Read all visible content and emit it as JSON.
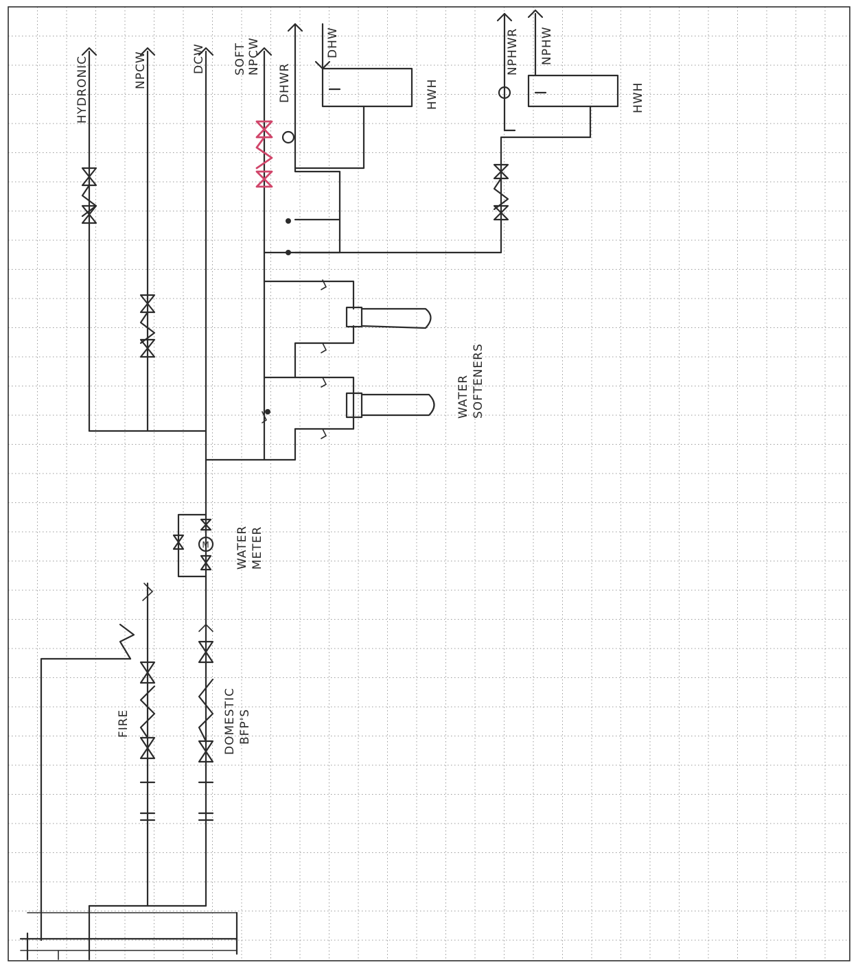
{
  "diagram": {
    "labels": {
      "hydronic": "HYDRONIC",
      "npcw": "NPCW",
      "dcw": "DCW",
      "soft_npcw_line1": "SOFT",
      "soft_npcw_line2": "NPCW",
      "dhwr": "DHWR",
      "dhw": "DHW",
      "hwh_1": "HWH",
      "nphwr": "NPHWR",
      "nphw": "NPHW",
      "hwh_2": "HWH",
      "water_softeners_line1": "WATER",
      "water_softeners_line2": "SOFTENERS",
      "water_meter_line1": "WATER",
      "water_meter_line2": "METER",
      "fire": "FIRE",
      "domestic_bfps_line1": "DOMESTIC",
      "domestic_bfps_line2": "BFP'S",
      "meter_symbol": "M"
    },
    "colors": {
      "ink": "#2b2b2b",
      "grid": "#9a9a9a",
      "highlight": "#d0456a",
      "paper": "#ffffff"
    }
  }
}
